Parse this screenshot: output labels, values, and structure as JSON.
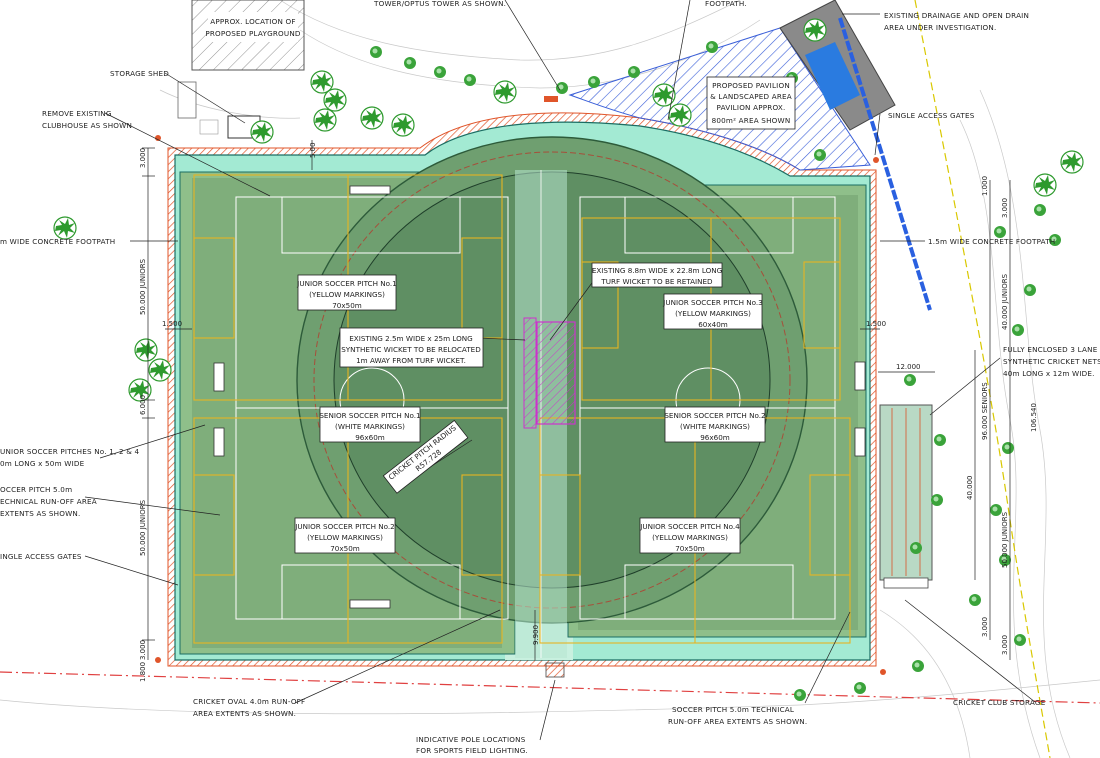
{
  "labels": {
    "tower": "TOWER/OPTUS TOWER AS SHOWN.",
    "footpath_top": "FOOTPATH.",
    "playground_1": "APPROX. LOCATION OF",
    "playground_2": "PROPOSED PLAYGROUND",
    "drainage_1": "EXISTING DRAINAGE AND OPEN DRAIN",
    "drainage_2": "AREA UNDER INVESTIGATION.",
    "storage_shed": "STORAGE SHED",
    "remove_1": "REMOVE EXISTING",
    "remove_2": "CLUBHOUSE AS SHOWN",
    "pavilion_1": "PROPOSED PAVILION",
    "pavilion_2": "& LANDSCAPED AREA",
    "pavilion_3": "PAVILION APPROX.",
    "pavilion_4": "800m² AREA SHOWN",
    "single_gates_right": "SINGLE ACCESS GATES",
    "footpath_left": "m WIDE CONCRETE FOOTPATH",
    "footpath_right": "1.5m WIDE CONCRETE FOOTPATH",
    "turf_1": "EXISTING 8.8m WIDE x 22.8m LONG",
    "turf_2": "TURF WICKET TO BE RETAINED",
    "jr1_1": "JUNIOR SOCCER PITCH No.1",
    "jr1_2": "(YELLOW MARKINGS)",
    "jr1_3": "70x50m",
    "jr3_1": "JUNIOR SOCCER PITCH No.3",
    "jr3_2": "(YELLOW MARKINGS)",
    "jr3_3": "60x40m",
    "syn_1": "EXISTING 2.5m WIDE x 25m LONG",
    "syn_2": "SYNTHETIC WICKET TO BE RELOCATED",
    "syn_3": "1m AWAY FROM TURF WICKET.",
    "nets_1": "FULLY ENCLOSED 3 LANE",
    "nets_2": "SYNTHETIC CRICKET NETS,",
    "nets_3": "40m LONG x 12m WIDE.",
    "sr1_1": "SENIOR SOCCER PITCH No.1",
    "sr1_2": "(WHITE MARKINGS)",
    "sr1_3": "96x60m",
    "sr2_1": "SENIOR SOCCER PITCH No.2",
    "sr2_2": "(WHITE MARKINGS)",
    "sr2_3": "96x60m",
    "radius_1": "CRICKET PITCH RADIUS",
    "radius_2": "R57.728",
    "jr_pitches_1": "UNIOR SOCCER PITCHES No. 1, 2 & 4",
    "jr_pitches_2": "0m LONG x 50m WIDE",
    "runoff_left_1": "OCCER PITCH 5.0m",
    "runoff_left_2": "ECHNICAL RUN-OFF AREA",
    "runoff_left_3": "EXTENTS AS SHOWN.",
    "jr2_1": "JUNIOR SOCCER PITCH No.2",
    "jr2_2": "(YELLOW MARKINGS)",
    "jr2_3": "70x50m",
    "jr4_1": "JUNIOR SOCCER PITCH No.4",
    "jr4_2": "(YELLOW MARKINGS)",
    "jr4_3": "70x50m",
    "single_gates_left": "INGLE ACCESS GATES",
    "oval_runoff_1": "CRICKET OVAL 4.0m RUN-OFF",
    "oval_runoff_2": "AREA EXTENTS AS SHOWN.",
    "soccer_runoff_1": "SOCCER PITCH 5.0m TECHNICAL",
    "soccer_runoff_2": "RUN-OFF AREA EXTENTS AS SHOWN.",
    "storage_cricket": "CRICKET CLUB STORAGE",
    "poles_1": "INDICATIVE POLE LOCATIONS",
    "poles_2": "FOR SPORTS FIELD LIGHTING."
  },
  "dimensions": {
    "d3000_tl": "3.000",
    "d5000_top": "5.00",
    "d50_juniors_l": "50.000 JUNIORS",
    "d1500_l": "1.500",
    "d6000": "6.000",
    "d50_juniors_l2": "50.000 JUNIORS",
    "d3000_bl": "3.000",
    "d1800": "1.800",
    "d1500_r": "1.500",
    "d12000": "12.000",
    "d1000_r": "1.000",
    "d3000_r": "3.000",
    "d40_juniors_r": "40.000 JUNIORS",
    "d96_seniors": "96.000 SENIORS",
    "d106540": "106.540",
    "d40000": "40.000",
    "d50_juniors_r": "50.000 JUNIORS",
    "d3000_r2": "3.000",
    "d3000_r3": "3.000",
    "d9900": "9.900"
  },
  "colors": {
    "runoff_teal": "#9ee8cf",
    "field_green": "#7fae7b",
    "oval_dark": "#5f8f63",
    "yellow_marking": "#e6b422",
    "pavilion_blue": "#2a4fd0",
    "boundary_orange": "#e0552a",
    "wicket_magenta": "#cc33cc",
    "tree_green": "#2e9a2e"
  }
}
